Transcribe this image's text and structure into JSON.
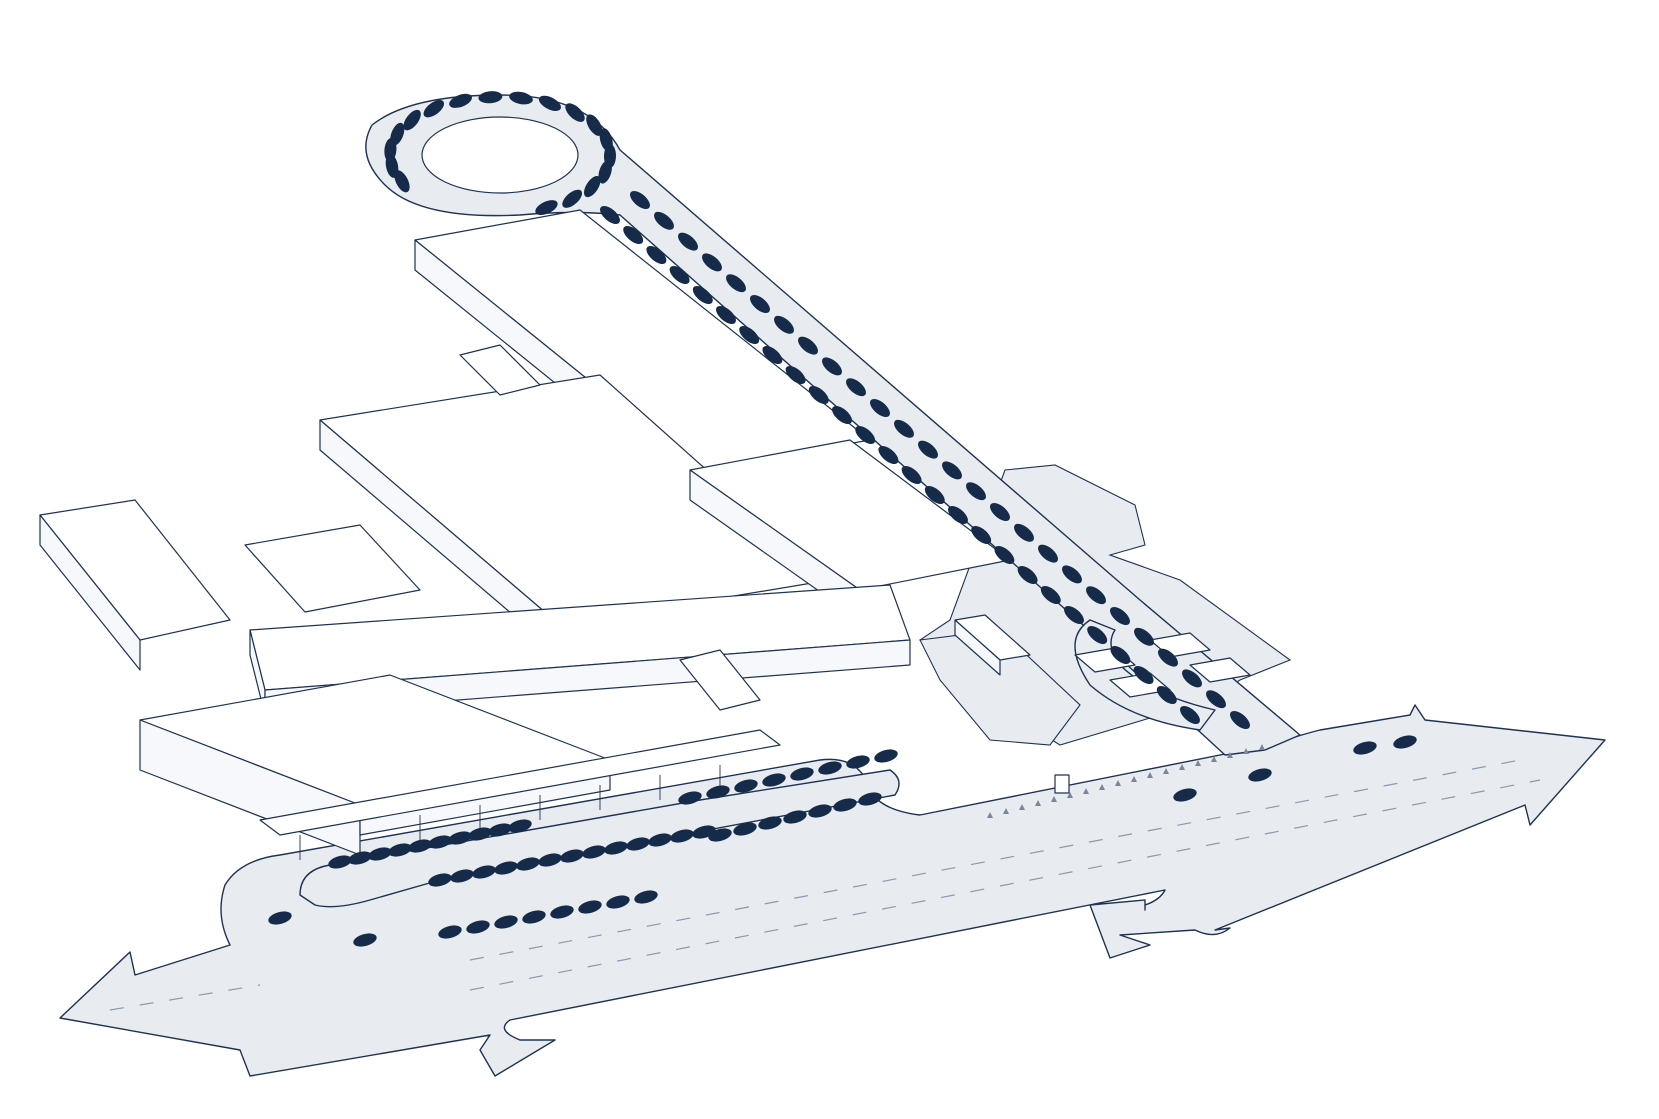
{
  "diagram": {
    "type": "axonometric site plan",
    "colors": {
      "road": "#e8ecf1",
      "line": "#1e3352",
      "car": "#162b49",
      "building": "#ffffff"
    },
    "elements": [
      "main-road",
      "cross-road-west",
      "cross-road-east",
      "drive-through-queue-lane",
      "turnaround-loop",
      "front-parking-loop",
      "east-parking-lot",
      "screening-canopies",
      "site-trailer",
      "building-complex",
      "vehicle-queue",
      "traffic-cones"
    ]
  }
}
